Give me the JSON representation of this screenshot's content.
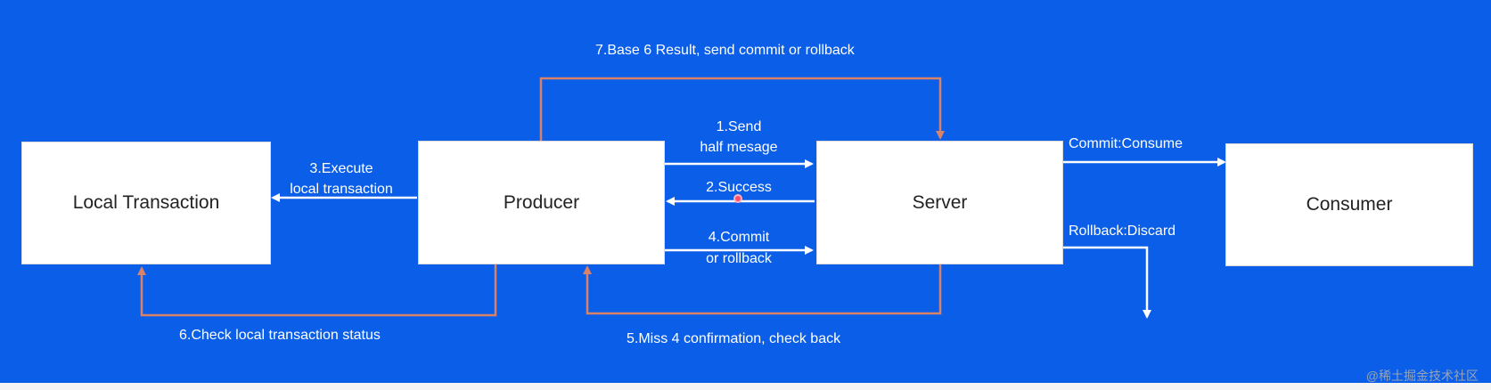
{
  "colors": {
    "background": "#0a5ee8",
    "box_fill": "#ffffff",
    "arrow_white": "#ffffff",
    "arrow_orange": "#d9826a",
    "text_dark": "#222222",
    "text_light": "#ffffff"
  },
  "nodes": {
    "local_transaction": "Local Transaction",
    "producer": "Producer",
    "server": "Server",
    "consumer": "Consumer"
  },
  "edges": {
    "step1_line1": "1.Send",
    "step1_line2": "half mesage",
    "step2": "2.Success",
    "step3_line1": "3.Execute",
    "step3_line2": "local transaction",
    "step4_line1": "4.Commit",
    "step4_line2": "or rollback",
    "step5": "5.Miss 4 confirmation, check back",
    "step6": "6.Check local transaction status",
    "step7": "7.Base 6 Result, send commit or rollback",
    "commit_consume": "Commit:Consume",
    "rollback_discard": "Rollback:Discard"
  },
  "watermark": "@稀土掘金技术社区"
}
